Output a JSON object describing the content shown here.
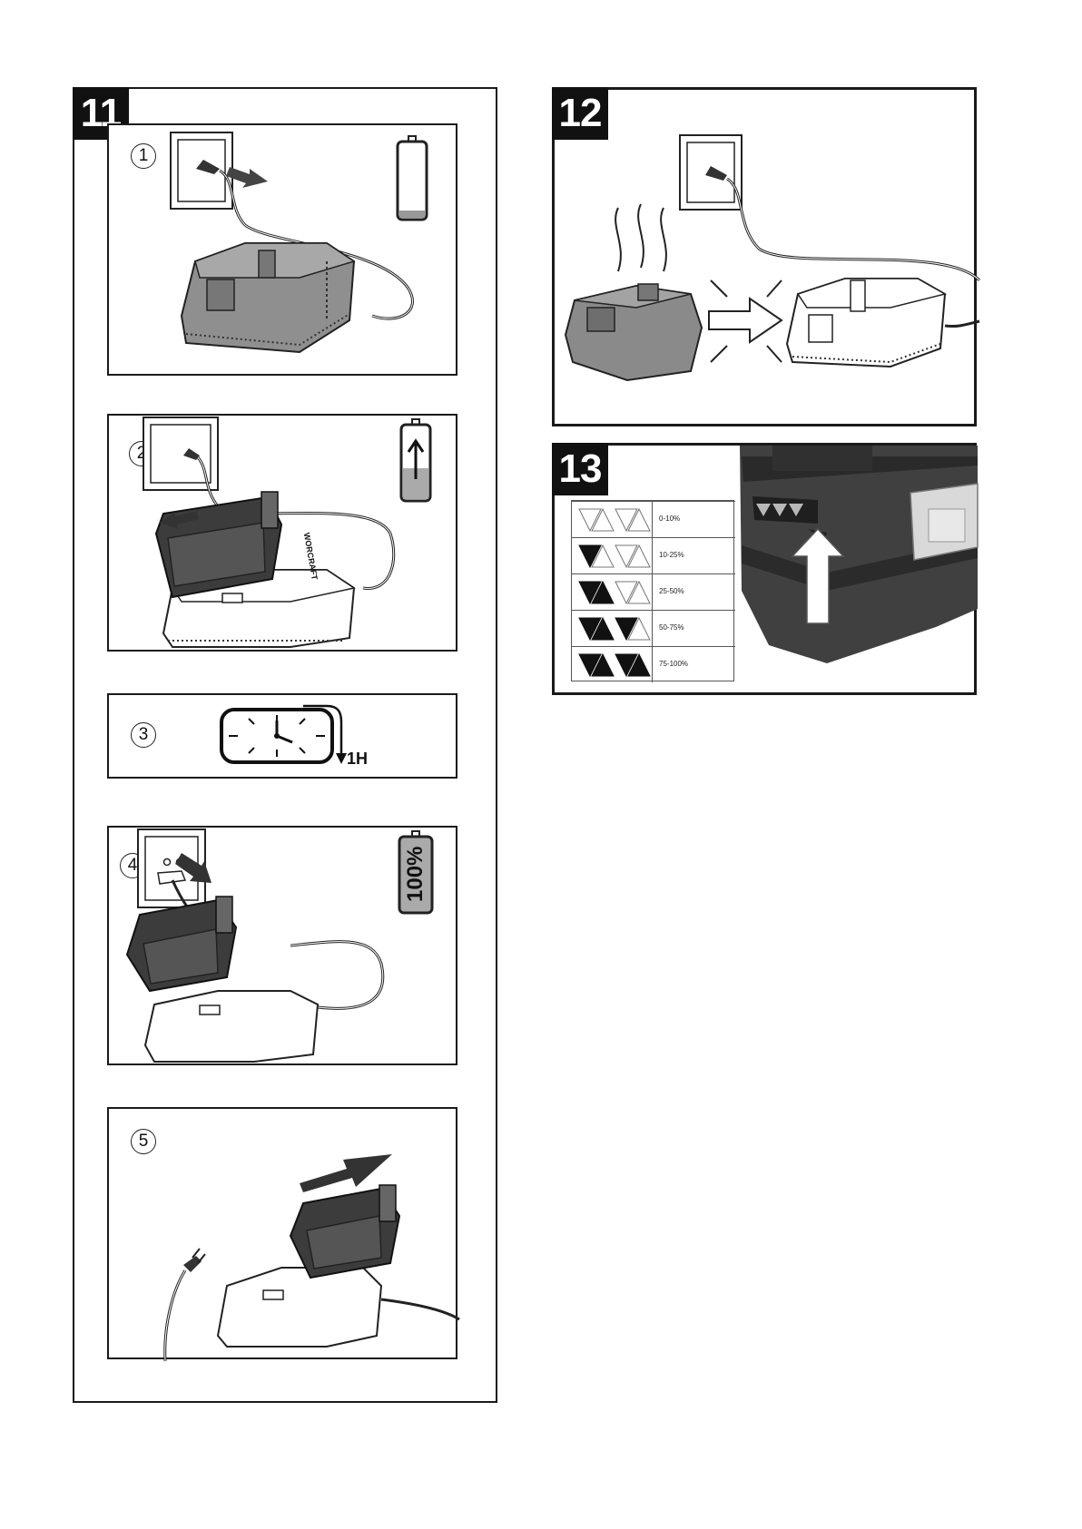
{
  "section11": {
    "badge": "11",
    "steps": [
      {
        "number": "1"
      },
      {
        "number": "2"
      },
      {
        "number": "3",
        "duration": "1H"
      },
      {
        "number": "4",
        "charge_label": "100%"
      },
      {
        "number": "5"
      }
    ]
  },
  "section12": {
    "badge": "12"
  },
  "section13": {
    "badge": "13",
    "levels": [
      {
        "label": "0-10%",
        "filled": 0
      },
      {
        "label": "10-25%",
        "filled": 1
      },
      {
        "label": "25-50%",
        "filled": 2
      },
      {
        "label": "50-75%",
        "filled": 3
      },
      {
        "label": "75-100%",
        "filled": 4
      }
    ]
  },
  "brand_mark": "WORCRAFT",
  "colors": {
    "ink": "#111111",
    "grey": "#8a8a8a",
    "dark_grey": "#3a3a3a",
    "light_grey": "#cfcfcf"
  }
}
